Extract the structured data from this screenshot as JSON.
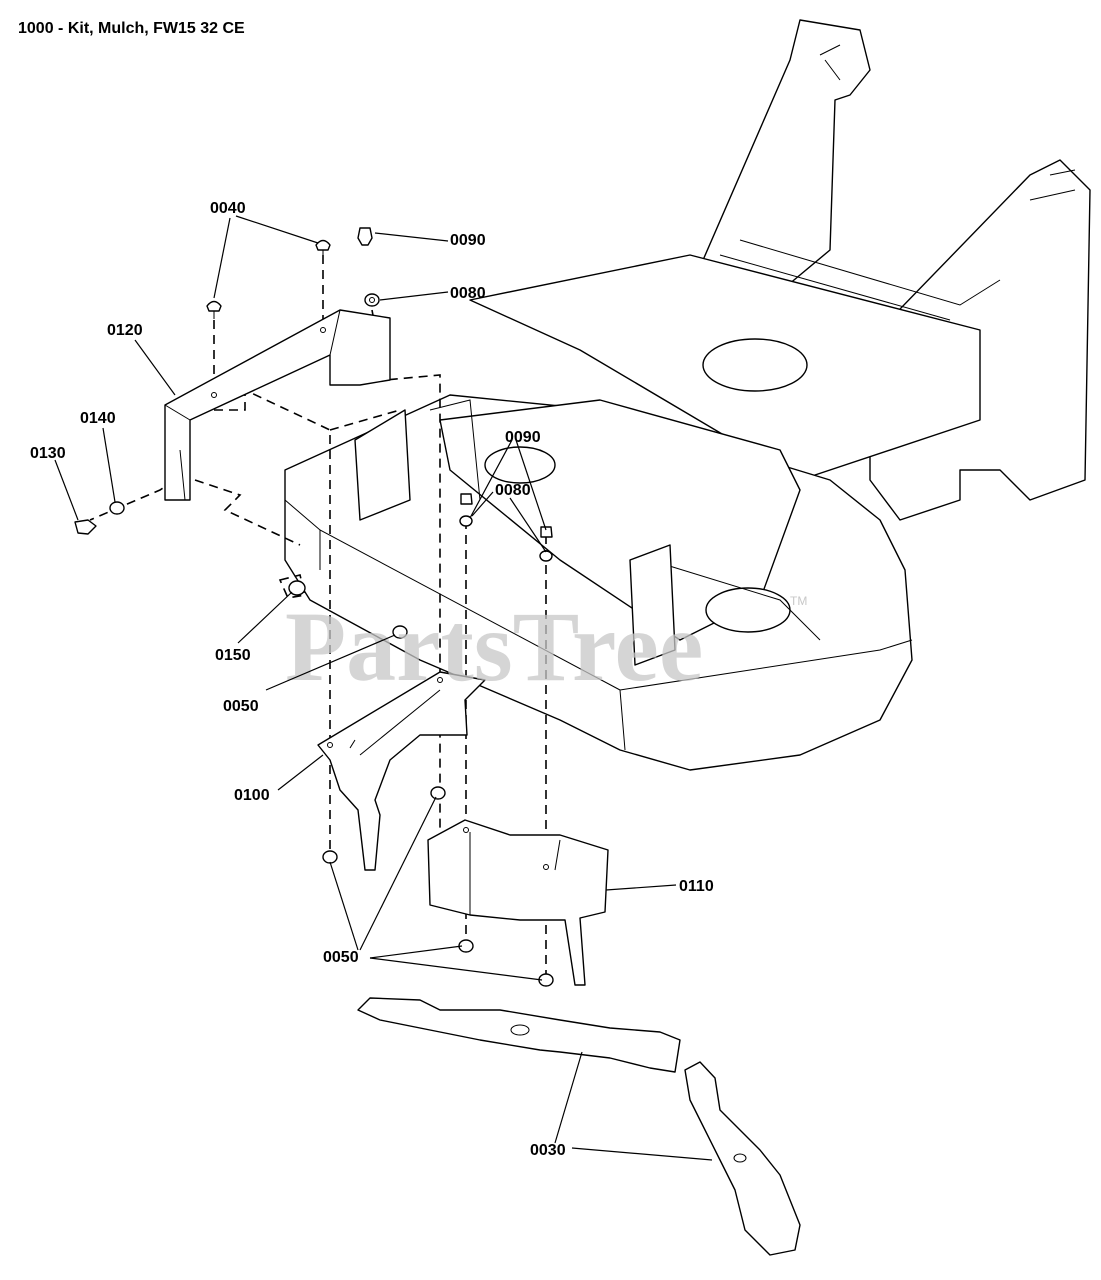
{
  "title": "1000 - Kit, Mulch, FW15 32 CE",
  "watermark": {
    "text": "PartsTree",
    "trademark": "TM"
  },
  "callouts": {
    "p0040": "0040",
    "p0090a": "0090",
    "p0080a": "0080",
    "p0120": "0120",
    "p0140": "0140",
    "p0130": "0130",
    "p0090b": "0090",
    "p0080b": "0080",
    "p0150": "0150",
    "p0050a": "0050",
    "p0100": "0100",
    "p0110": "0110",
    "p0050b": "0050",
    "p0030": "0030"
  }
}
